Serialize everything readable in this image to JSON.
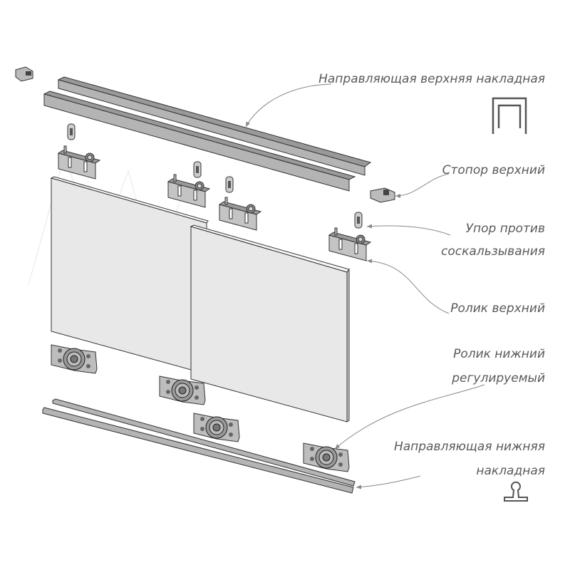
{
  "labels": {
    "top_rail": "Направляющая верхняя накладная",
    "top_stopper": "Стопор верхний",
    "anti_slip_1": "Упор против",
    "anti_slip_2": "соскальзывания",
    "top_roller": "Ролик верхний",
    "bottom_roller_1": "Ролик нижний",
    "bottom_roller_2": "регулируемый",
    "bottom_rail_1": "Направляющая нижняя",
    "bottom_rail_2": "накладная"
  },
  "colors": {
    "part_fill": "#b4b4b4",
    "panel_fill": "#e8e8e8",
    "label": "#5a5a5a"
  }
}
